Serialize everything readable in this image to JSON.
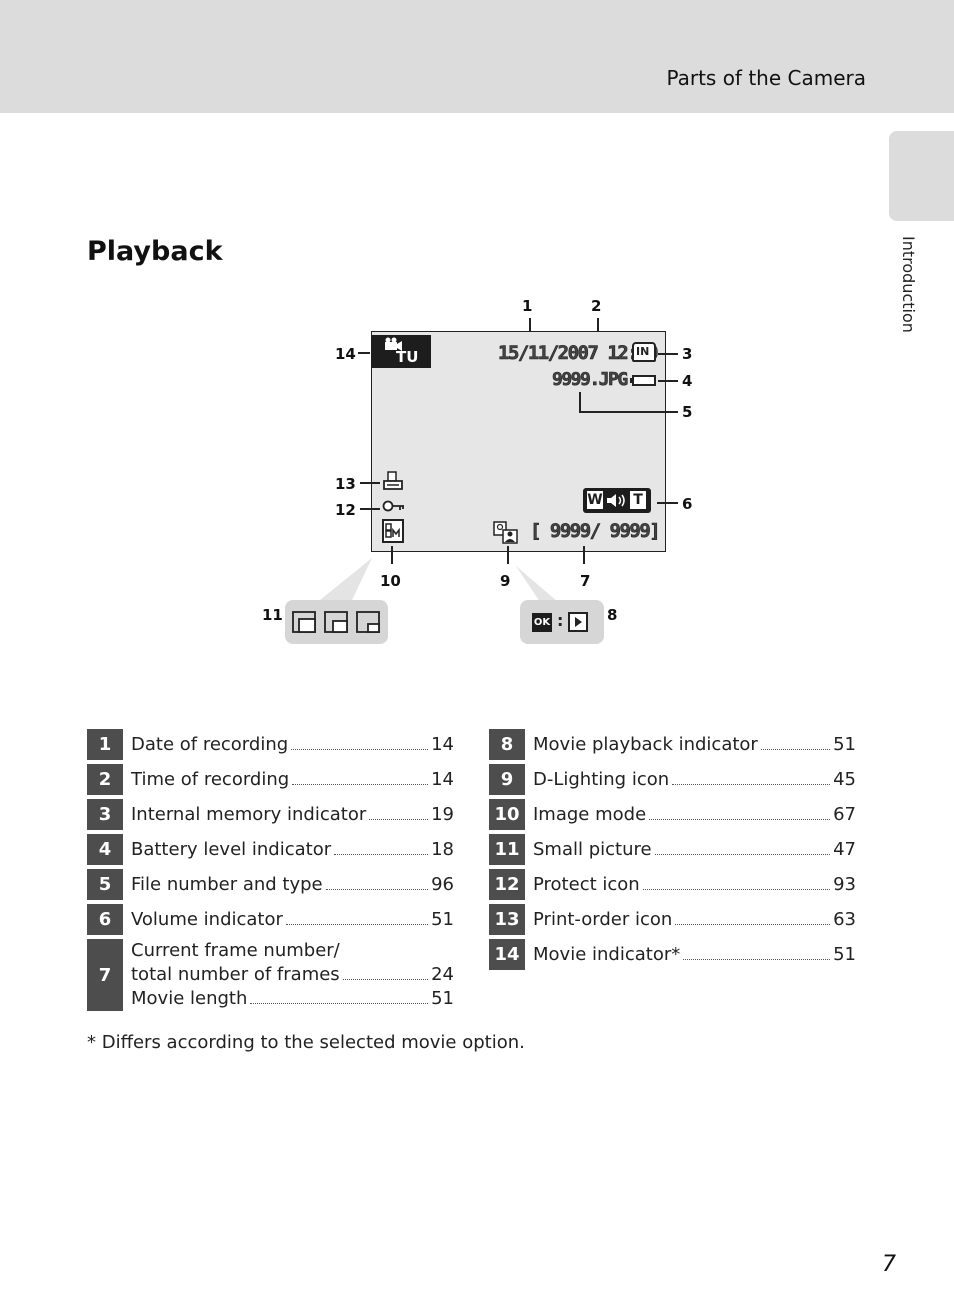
{
  "header": {
    "section_title": "Parts of the Camera"
  },
  "side_tab": {
    "label": "Introduction"
  },
  "heading": "Playback",
  "diagram": {
    "callouts": {
      "c1": "1",
      "c2": "2",
      "c3": "3",
      "c4": "4",
      "c5": "5",
      "c6": "6",
      "c7": "7",
      "c8": "8",
      "c9": "9",
      "c10": "10",
      "c11": "11",
      "c12": "12",
      "c13": "13",
      "c14": "14"
    },
    "screen": {
      "date_time": "15/11/2007 12:00",
      "memory_badge": "IN",
      "file_name": "9999.JPG",
      "frame_counter": "[ 9999/ 9999]",
      "movie_badge": "TU",
      "vol_w": "W",
      "vol_t": "T",
      "ok_label": "OK"
    }
  },
  "items_left": [
    {
      "num": "1",
      "lines": [
        {
          "text": "Date of recording",
          "page": "14"
        }
      ]
    },
    {
      "num": "2",
      "lines": [
        {
          "text": "Time of recording",
          "page": "14"
        }
      ]
    },
    {
      "num": "3",
      "lines": [
        {
          "text": "Internal memory indicator",
          "page": "19"
        }
      ]
    },
    {
      "num": "4",
      "lines": [
        {
          "text": "Battery level indicator",
          "page": "18"
        }
      ]
    },
    {
      "num": "5",
      "lines": [
        {
          "text": "File number and type",
          "page": "96"
        }
      ]
    },
    {
      "num": "6",
      "lines": [
        {
          "text": "Volume indicator",
          "page": "51"
        }
      ]
    },
    {
      "num": "7",
      "lines": [
        {
          "text": "Current frame number/",
          "page": ""
        },
        {
          "text": "total number of frames",
          "page": "24"
        },
        {
          "text": "Movie length",
          "page": "51"
        }
      ]
    }
  ],
  "items_right": [
    {
      "num": "8",
      "lines": [
        {
          "text": "Movie playback indicator",
          "page": "51"
        }
      ]
    },
    {
      "num": "9",
      "lines": [
        {
          "text": "D-Lighting icon",
          "page": "45"
        }
      ]
    },
    {
      "num": "10",
      "lines": [
        {
          "text": "Image mode",
          "page": "67"
        }
      ]
    },
    {
      "num": "11",
      "lines": [
        {
          "text": "Small picture",
          "page": "47"
        }
      ]
    },
    {
      "num": "12",
      "lines": [
        {
          "text": "Protect icon",
          "page": "93"
        }
      ]
    },
    {
      "num": "13",
      "lines": [
        {
          "text": "Print-order icon",
          "page": "63"
        }
      ]
    },
    {
      "num": "14",
      "lines": [
        {
          "text": "Movie indicator*",
          "page": "51"
        }
      ]
    }
  ],
  "footnote": "*   Differs according to the selected movie option.",
  "page_number": "7",
  "colors": {
    "header_bg": "#dcdcdc",
    "number_box": "#4d4d4d",
    "screen_bg": "#e6e6e6"
  },
  "icons": [
    "movie-icon",
    "internal-memory-icon",
    "battery-icon",
    "volume-icon",
    "d-lighting-icon",
    "image-mode-icon",
    "protect-key-icon",
    "print-order-icon",
    "small-picture-icon",
    "ok-button-icon",
    "playback-icon"
  ]
}
